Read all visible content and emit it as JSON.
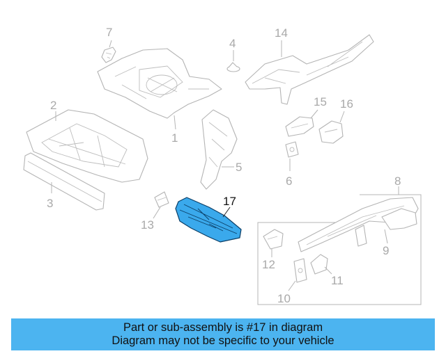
{
  "callouts": {
    "c1": "1",
    "c2": "2",
    "c3": "3",
    "c4": "4",
    "c5": "5",
    "c6": "6",
    "c7": "7",
    "c8": "8",
    "c9": "9",
    "c10": "10",
    "c11": "11",
    "c12": "12",
    "c13": "13",
    "c14": "14",
    "c15": "15",
    "c16": "16",
    "c17": "17"
  },
  "highlighted_part": "17",
  "colors": {
    "highlight_fill": "#3aa9ec",
    "highlight_stroke": "#0b3e66",
    "banner_background": "#4cb4f0",
    "line_art": "#b4b4b4"
  },
  "banner": {
    "line1": "Part or sub-assembly is #17 in diagram",
    "line2": "Diagram may not be specific to your vehicle"
  }
}
